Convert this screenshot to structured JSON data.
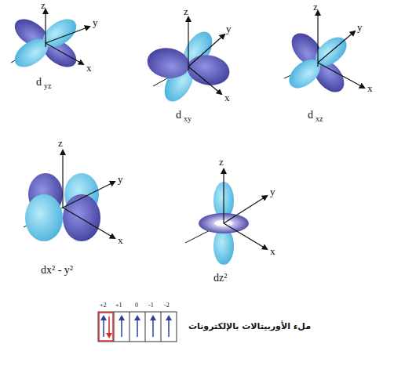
{
  "diagram": {
    "labels": [
      "z",
      "y",
      "x",
      "d",
      "yz",
      "z",
      "y",
      "x",
      "d",
      "xy",
      "z",
      "y",
      "x",
      "d",
      "xz",
      "z",
      "y",
      "x",
      "dx² - y²",
      "z",
      "y",
      "x",
      "dz²",
      "+2",
      "+1",
      "0",
      "-1",
      "-2",
      "ملء الأوربيتالات بالإلكترونات"
    ]
  }
}
